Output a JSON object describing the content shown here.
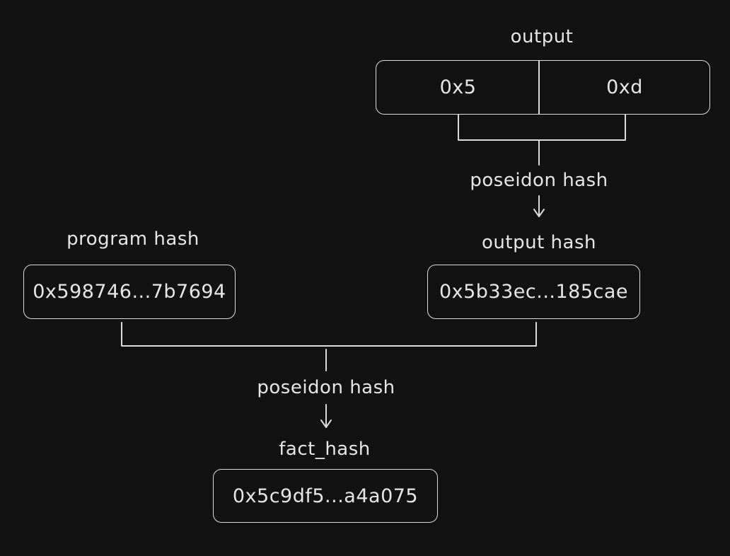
{
  "output_section": {
    "title": "output",
    "cells": [
      "0x5",
      "0xd"
    ]
  },
  "output_hash_step": {
    "operation": "poseidon hash",
    "result_label": "output hash",
    "result_value": "0x5b33ec...185cae"
  },
  "program_hash": {
    "label": "program hash",
    "value": "0x598746...7b7694"
  },
  "fact_hash_step": {
    "operation": "poseidon hash",
    "result_label": "fact_hash",
    "result_value": "0x5c9df5...a4a075"
  },
  "colors": {
    "background": "#121212",
    "stroke": "#dcdcdc",
    "text": "#e6e6e6"
  }
}
